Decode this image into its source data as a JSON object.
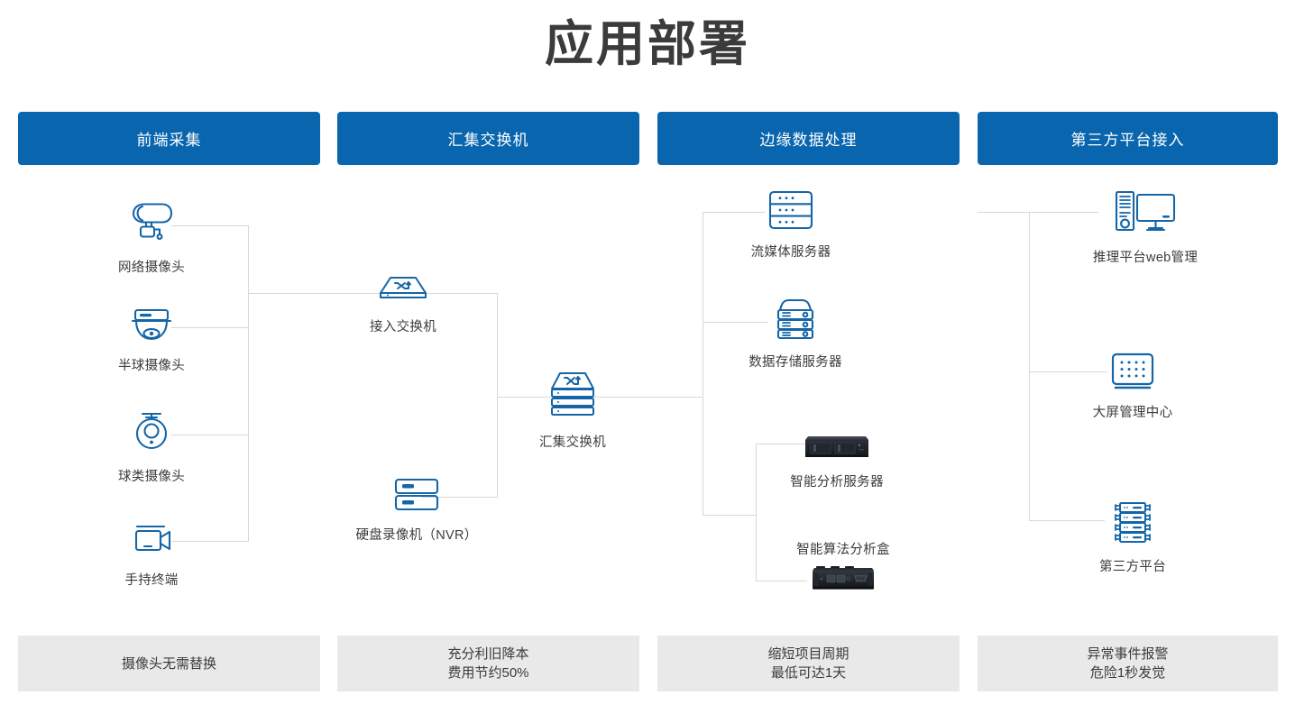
{
  "title": "应用部署",
  "theme": {
    "header_bg": "#0965ad",
    "header_text": "#ffffff",
    "footer_bg": "#e9e9e9",
    "icon_stroke": "#1466a8",
    "line": "#d8d8d8",
    "text": "#3c3c3c"
  },
  "columns": [
    {
      "header": "前端采集",
      "footer_lines": [
        "摄像头无需替换"
      ],
      "nodes": [
        {
          "label": "网络摄像头",
          "icon": "bullet-camera-icon"
        },
        {
          "label": "半球摄像头",
          "icon": "dome-camera-icon"
        },
        {
          "label": "球类摄像头",
          "icon": "ptz-camera-icon"
        },
        {
          "label": "手持终端",
          "icon": "handheld-camcorder-icon"
        }
      ]
    },
    {
      "header": "汇集交换机",
      "footer_lines": [
        "充分利旧降本",
        "费用节约50%"
      ],
      "nodes": [
        {
          "label": "接入交换机",
          "icon": "access-switch-icon"
        },
        {
          "label": "硬盘录像机（NVR）",
          "icon": "nvr-icon"
        },
        {
          "label": "汇集交换机",
          "icon": "aggregation-switch-icon"
        }
      ]
    },
    {
      "header": "边缘数据处理",
      "footer_lines": [
        "缩短项目周期",
        "最低可达1天"
      ],
      "nodes": [
        {
          "label": "流媒体服务器",
          "icon": "streaming-server-icon"
        },
        {
          "label": "数据存储服务器",
          "icon": "storage-server-icon"
        },
        {
          "label": "智能分析服务器",
          "icon": "ai-analysis-server-photo"
        },
        {
          "label": "智能算法分析盒",
          "icon": "ai-algorithm-box-photo"
        }
      ]
    },
    {
      "header": "第三方平台接入",
      "footer_lines": [
        "异常事件报警",
        "危险1秒发觉"
      ],
      "nodes": [
        {
          "label": "推理平台web管理",
          "icon": "workstation-monitor-icon"
        },
        {
          "label": "大屏管理中心",
          "icon": "video-wall-icon"
        },
        {
          "label": "第三方平台",
          "icon": "third-party-rack-icon"
        }
      ]
    }
  ]
}
